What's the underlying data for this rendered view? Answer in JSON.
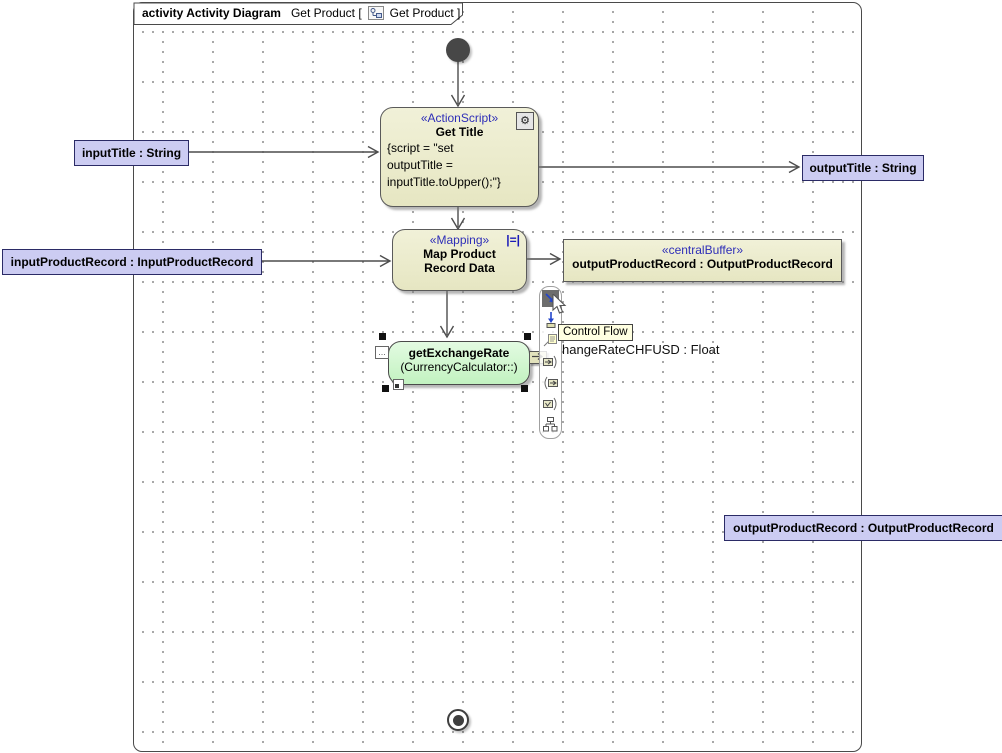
{
  "frame_header": {
    "keyword_bold": "activity Activity Diagram",
    "context_open": "Get Product [",
    "context_close": "Get Product ]"
  },
  "nodes": {
    "get_title": {
      "stereotype": "«ActionScript»",
      "name": "Get Title",
      "script_line1": "{script = \"set",
      "script_line2": "outputTitle =",
      "script_line3": "inputTitle.toUpper();\"}"
    },
    "map_product": {
      "stereotype": "«Mapping»",
      "name_line1": "Map Product",
      "name_line2": "Record Data"
    },
    "central_buffer": {
      "stereotype": "«centralBuffer»",
      "name": "outputProductRecord : OutputProductRecord"
    },
    "get_exchange_rate": {
      "name": "getExchangeRate",
      "qualifier": "(CurrencyCalculator::)"
    }
  },
  "parameters": {
    "input_title": "inputTitle : String",
    "output_title": "outputTitle : String",
    "input_product_record": "inputProductRecord : InputProductRecord",
    "output_product_record": "outputProductRecord : OutputProductRecord"
  },
  "overlay": {
    "tooltip": "Control Flow",
    "clipped_pin_label": "hangeRateCHFUSD : Float",
    "toolbar_icon_names": [
      "control-flow",
      "object-flow",
      "comment-anchor",
      "input-pin",
      "output-pin",
      "value-pin",
      "structured-activity-node"
    ]
  },
  "icons": {
    "gear_glyph": "⚙",
    "mapping_glyph": "|=|",
    "dots_glyph": "…"
  },
  "colors": {
    "action_fill": "#ebebc9",
    "node_border": "#5a5a5a",
    "stereotype_text": "#2e2eb8",
    "green_fill": "#c9f5c9",
    "param_fill": "#ccccf2",
    "tooltip_fill": "#ffffe1"
  }
}
